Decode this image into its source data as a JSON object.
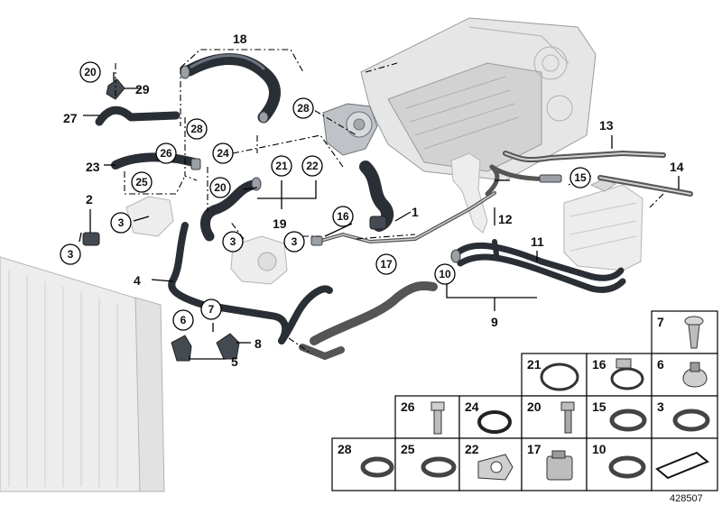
{
  "figure": {
    "doc_id": "428507",
    "callouts": {
      "c1": "1",
      "c2": "2",
      "c3": "3",
      "c4": "4",
      "c5": "5",
      "c6": "6",
      "c7": "7",
      "c8": "8",
      "c9": "9",
      "c10": "10",
      "c11": "11",
      "c12": "12",
      "c13": "13",
      "c14": "14",
      "c15": "15",
      "c16": "16",
      "c17": "17",
      "c18": "18",
      "c19": "19",
      "c20": "20",
      "c21": "21",
      "c22": "22",
      "c23": "23",
      "c24": "24",
      "c25": "25",
      "c26": "26",
      "c27": "27",
      "c28": "28",
      "c29": "29"
    },
    "parts_table": {
      "r1": [
        "7"
      ],
      "r2": [
        "21",
        "16",
        "6"
      ],
      "r3": [
        "26",
        "24",
        "20",
        "15",
        "3"
      ],
      "r4": [
        "28",
        "25",
        "22",
        "17",
        "10"
      ]
    },
    "colors": {
      "hose": "#2a2f36",
      "engine": "#e6e6e6",
      "outline": "#000000"
    },
    "icons": [
      "arrow-icon"
    ]
  }
}
